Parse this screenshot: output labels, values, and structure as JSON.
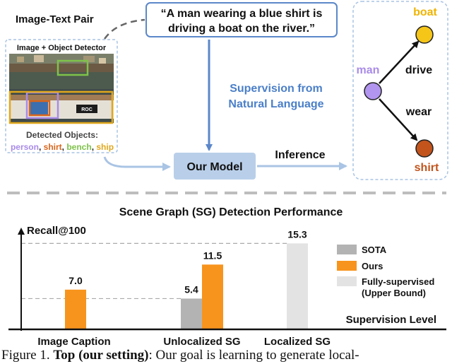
{
  "figure": {
    "top": {
      "pair_label": "Image-Text Pair",
      "caption_text": {
        "line1": "“A man wearing a blue shirt is",
        "line2": "driving a boat on the river.”"
      },
      "detector": {
        "title": "Image + Object Detector",
        "detected_title": "Detected Objects:",
        "objects": [
          {
            "label": "person",
            "color": "#a98be8"
          },
          {
            "label": "shirt",
            "color": "#d9651c"
          },
          {
            "label": "bench",
            "color": "#7ec24a"
          },
          {
            "label": "ship",
            "color": "#e0a81c"
          }
        ],
        "separator": ","
      },
      "supervision": {
        "line1": "Supervision from",
        "line2": "Natural Language",
        "color": "#4a7fc8"
      },
      "model_label": "Our Model",
      "inference_label": "Inference",
      "graph": {
        "nodes": [
          {
            "label": "man",
            "color": "#b195ef",
            "label_color": "#a98be8"
          },
          {
            "label": "boat",
            "color": "#f5c518",
            "label_color": "#f0b400"
          },
          {
            "label": "shirt",
            "color": "#c2541c",
            "label_color": "#c2541c"
          }
        ],
        "edges": [
          {
            "label": "drive"
          },
          {
            "label": "wear"
          }
        ]
      }
    },
    "bottom": {
      "chart_data": {
        "type": "bar",
        "title": "Scene Graph (SG) Detection Performance",
        "ylabel": "Recall@100",
        "xlabel": "Supervision Level",
        "ylim": [
          0,
          17.5
        ],
        "categories": [
          "Image Caption",
          "Unlocalized SG",
          "Localized SG"
        ],
        "series": [
          {
            "name": "SOTA",
            "color": "#b3b3b3",
            "values": [
              null,
              5.4,
              null
            ]
          },
          {
            "name": "Ours",
            "color": "#f7941d",
            "values": [
              7.0,
              11.5,
              null
            ]
          },
          {
            "name": "Fully-supervised\n(Upper Bound)",
            "color": "#e3e3e3",
            "values": [
              null,
              null,
              15.3
            ]
          }
        ],
        "legend": [
          {
            "line1": "SOTA",
            "line2": ""
          },
          {
            "line1": "Ours",
            "line2": ""
          },
          {
            "line1": "Fully-supervised",
            "line2": "(Upper Bound)"
          }
        ],
        "value_labels": [
          "7.0",
          "5.4",
          "11.5",
          "15.3"
        ],
        "legend_position": "right"
      }
    },
    "caption": {
      "prefix": "Figure 1.",
      "bold": "Top (our setting)",
      "rest": ": Our goal is learning to generate local-"
    }
  }
}
